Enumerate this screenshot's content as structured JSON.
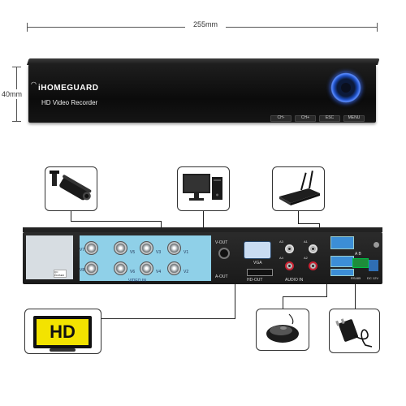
{
  "dimensions": {
    "width_label": "255mm",
    "height_label": "40mm"
  },
  "dvr": {
    "brand": "iHOMEGUARD",
    "subtitle": "HD Video Recorder",
    "buttons": [
      "CH-",
      "CH+",
      "ESC",
      "MENU"
    ]
  },
  "rear_panel": {
    "video_in_label": "VIDEO IN",
    "vga_label": "VGA",
    "v_out_label": "V-OUT",
    "a_out_label": "A-OUT",
    "hd_out_label": "HD-OUT",
    "audio_in_label": "AUDIO IN",
    "audio_channels": [
      "A3",
      "A1",
      "A4",
      "A2"
    ],
    "bnc_labels": [
      "V7",
      "V8",
      "V5",
      "V3",
      "V1",
      "V6",
      "V4",
      "V2"
    ],
    "ab_label": "A  B",
    "rs485_label": "RS485",
    "dc_label": "DC 12V",
    "qc_label": "QC PASSED"
  },
  "peripherals": {
    "hd_label": "HD"
  },
  "colors": {
    "accent_blue": "#1d4fc4",
    "video_panel": "#8fd0e8",
    "hd_yellow": "#f3e300",
    "lan_blue": "#3c8ed6"
  }
}
